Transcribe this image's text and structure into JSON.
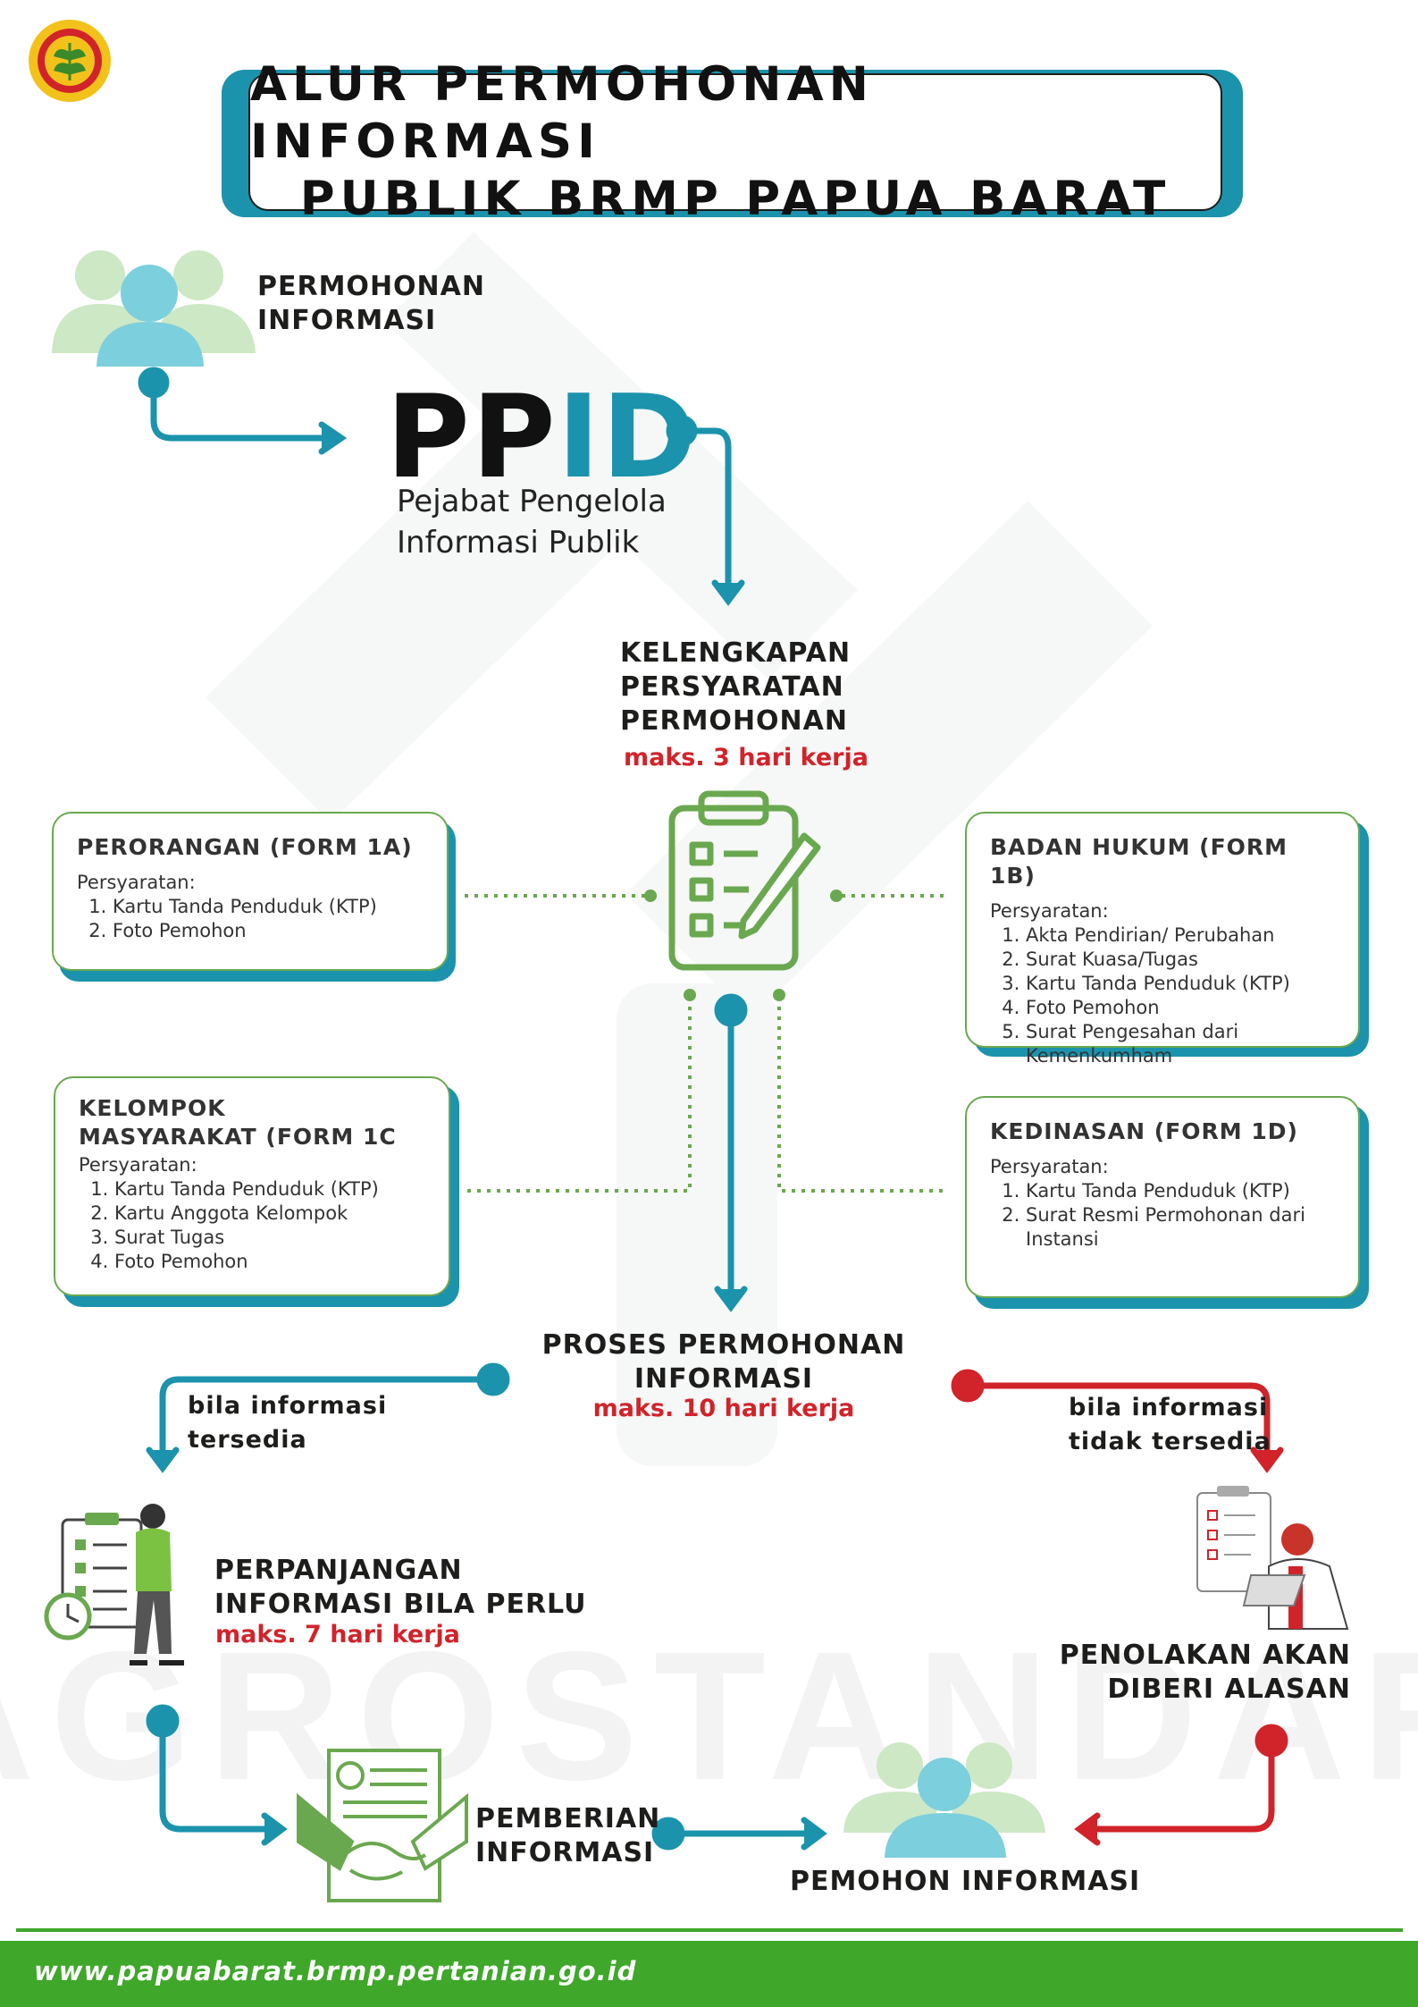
{
  "title": {
    "line1": "ALUR PERMOHONAN INFORMASI",
    "line2": "PUBLIK BRMP PAPUA BARAT"
  },
  "watermark": "AGROSTANDAR",
  "requester": {
    "line1": "PERMOHONAN",
    "line2": "INFORMASI"
  },
  "ppid": {
    "pp": "PP",
    "id": "ID",
    "sub1": "Pejabat Pengelola",
    "sub2": "Informasi Publik"
  },
  "completeness": {
    "line1": "KELENGKAPAN",
    "line2": "PERSYARATAN",
    "line3": "PERMOHONAN",
    "deadline": "maks. 3 hari kerja"
  },
  "cards": {
    "perorangan": {
      "title": "PERORANGAN (FORM 1A)",
      "sub": "Persyaratan:",
      "items": [
        "Kartu Tanda Penduduk (KTP)",
        "Foto Pemohon"
      ]
    },
    "badan_hukum": {
      "title": "BADAN HUKUM (FORM 1B)",
      "sub": "Persyaratan:",
      "items": [
        "Akta Pendirian/ Perubahan",
        "Surat Kuasa/Tugas",
        "Kartu Tanda Penduduk (KTP)",
        "Foto Pemohon",
        "Surat Pengesahan dari Kemenkumham"
      ]
    },
    "kelompok": {
      "title1": "KELOMPOK",
      "title2": "MASYARAKAT (FORM 1C",
      "sub": "Persyaratan:",
      "items": [
        "Kartu Tanda Penduduk (KTP)",
        "Kartu Anggota Kelompok",
        "Surat Tugas",
        "Foto Pemohon"
      ]
    },
    "kedinasan": {
      "title": "KEDINASAN (FORM 1D)",
      "sub": "Persyaratan:",
      "items": [
        "Kartu Tanda Penduduk (KTP)",
        "Surat Resmi Permohonan dari Instansi"
      ]
    }
  },
  "process": {
    "line1": "PROSES PERMOHONAN",
    "line2": "INFORMASI",
    "deadline": "maks. 10 hari kerja"
  },
  "branch_available": {
    "line1": "bila informasi",
    "line2": "tersedia"
  },
  "branch_unavailable": {
    "line1": "bila informasi",
    "line2": "tidak tersedia"
  },
  "extension": {
    "line1": "PERPANJANGAN",
    "line2": "INFORMASI BILA PERLU",
    "deadline": "maks. 7 hari kerja"
  },
  "rejection": {
    "line1": "PENOLAKAN AKAN",
    "line2": "DIBERI ALASAN"
  },
  "delivery": {
    "line1": "PEMBERIAN",
    "line2": "INFORMASI"
  },
  "final": {
    "label": "PEMOHON INFORMASI"
  },
  "footer": {
    "url": "www.papuabarat.brmp.pertanian.go.id"
  },
  "colors": {
    "teal": "#1b93ad",
    "green": "#6aa84f",
    "red": "#d1232a",
    "footer": "#3fa72a"
  },
  "icons": [
    "logo-emblem-icon",
    "people-group-icon",
    "clipboard-checklist-icon",
    "person-clipboard-clock-icon",
    "handshake-document-icon",
    "person-laptop-checklist-icon"
  ]
}
